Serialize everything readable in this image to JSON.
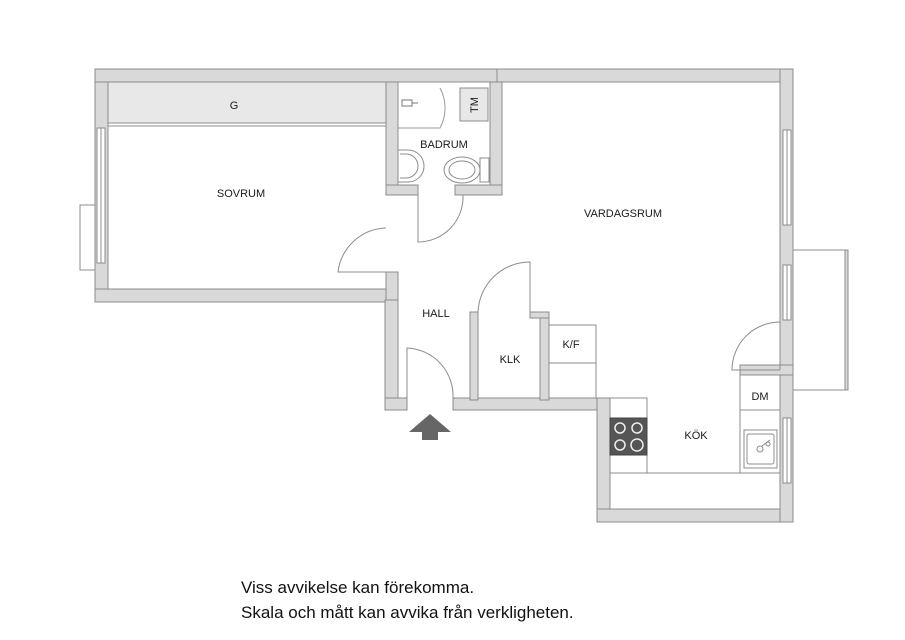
{
  "rooms": {
    "g": "G",
    "sovrum": "SOVRUM",
    "badrum": "BADRUM",
    "tm": "TM",
    "vardagsrum": "VARDAGSRUM",
    "hall": "HALL",
    "klk": "KLK",
    "kf": "K/F",
    "dm": "DM",
    "kok": "KÖK"
  },
  "disclaimer": {
    "line1": "Viss avvikelse kan förekomma.",
    "line2": "Skala och mått kan avvika från verkligheten."
  },
  "colors": {
    "wall_fill": "#d9d9d9",
    "wall_stroke": "#8c8c8c",
    "fixture_stroke": "#9a9a9a",
    "stove": "#555555",
    "entrance_arrow": "#666666"
  },
  "icons": {
    "entrance": "up-arrow-icon",
    "stove": "stove-icon",
    "sink": "sink-icon",
    "toilet": "toilet-icon"
  }
}
